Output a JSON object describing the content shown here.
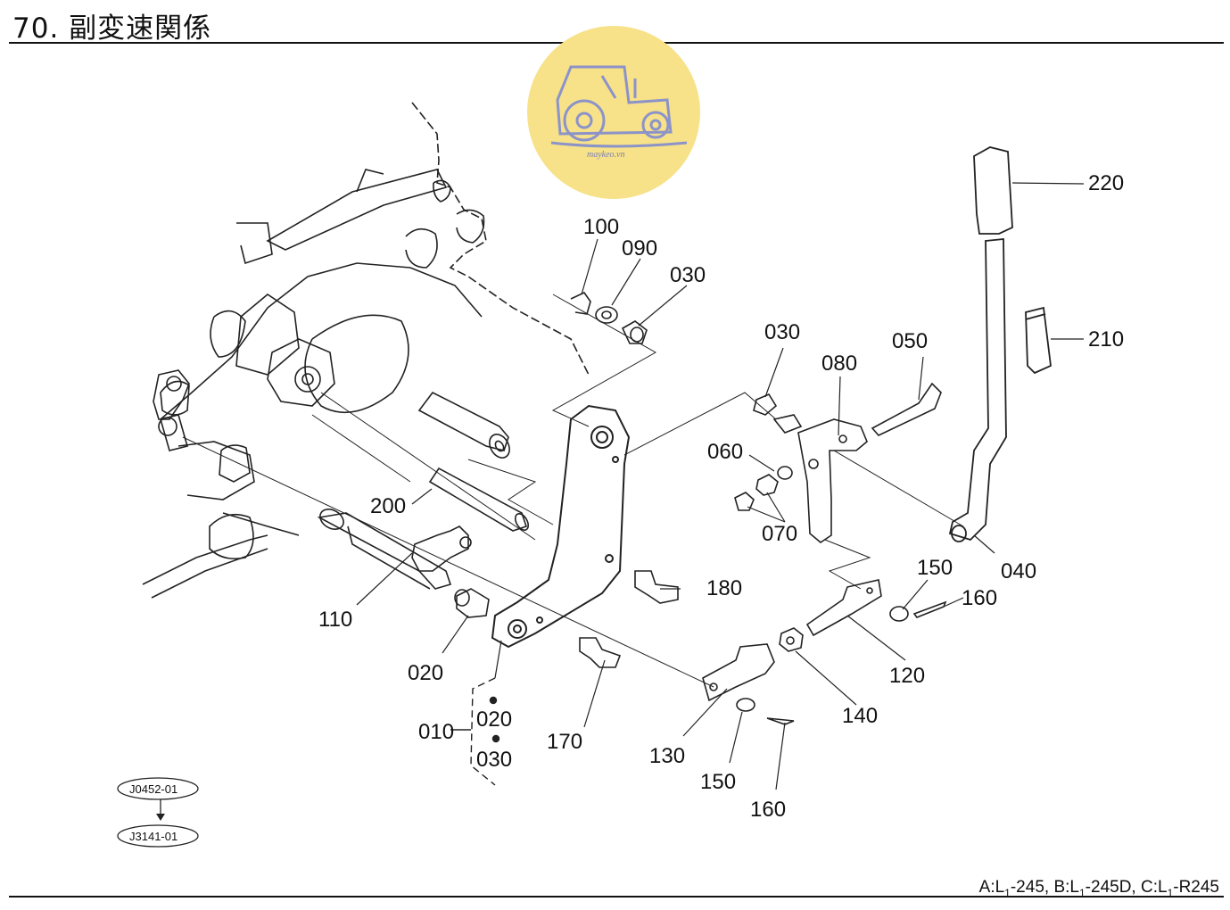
{
  "title": "70. 副変速関係",
  "watermark": {
    "text": "maykeo.vn",
    "color": "#f7e28a",
    "icon": "tractor-icon"
  },
  "footer": {
    "models": [
      {
        "prefix": "A:L",
        "sub": "1",
        "suffix": "-245,"
      },
      {
        "prefix": "B:L",
        "sub": "1",
        "suffix": "-245D,"
      },
      {
        "prefix": "C:L",
        "sub": "1",
        "suffix": "-R245"
      }
    ]
  },
  "refs": {
    "from": "J0452-01",
    "to": "J3141-01"
  },
  "parts": {
    "p220": "220",
    "p210": "210",
    "p100": "100",
    "p090": "090",
    "p030a": "030",
    "p030b": "030",
    "p080": "080",
    "p050": "050",
    "p060": "060",
    "p070": "070",
    "p200": "200",
    "p040": "040",
    "p150a": "150",
    "p160a": "160",
    "p180": "180",
    "p110": "110",
    "p120": "120",
    "p020a": "020",
    "p140": "140",
    "p010": "010",
    "p020b": "020",
    "p170": "170",
    "p030c": "030",
    "p130": "130",
    "p150b": "150",
    "p160b": "160"
  }
}
